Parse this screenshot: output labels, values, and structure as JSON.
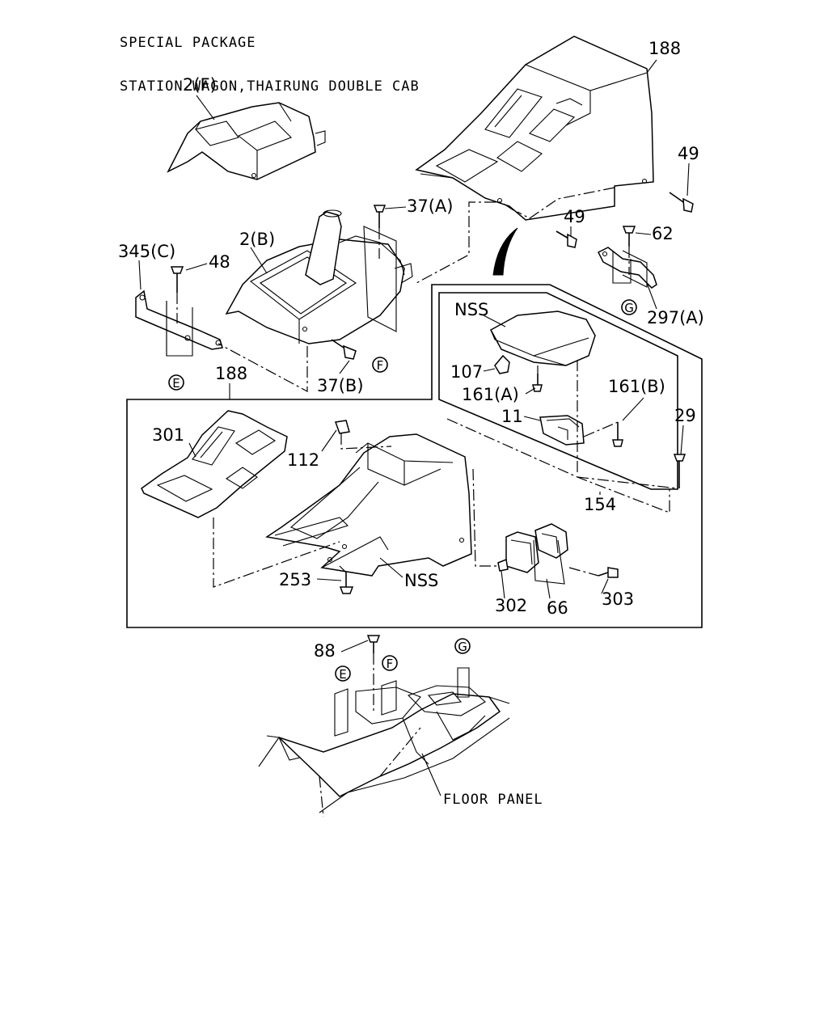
{
  "header": {
    "line1": "SPECIAL PACKAGE",
    "line2": "STATION WAGON,THAIRUNG DOUBLE CAB"
  },
  "labels": {
    "l188_top": "188",
    "l2F": "2(F)",
    "l49_a": "49",
    "l37A": "37(A)",
    "l49_b": "49",
    "l62": "62",
    "l345C": "345(C)",
    "l48": "48",
    "l2B": "2(B)",
    "l297A": "297(A)",
    "lNSS_top": "NSS",
    "l107": "107",
    "l161A": "161(A)",
    "l161B": "161(B)",
    "l37B": "37(B)",
    "l188_mid": "188",
    "l29": "29",
    "l11": "11",
    "l301": "301",
    "l112": "112",
    "l154": "154",
    "l253": "253",
    "lNSS_bot": "NSS",
    "l302": "302",
    "l66": "66",
    "l303": "303",
    "l88": "88",
    "floor_panel": "FLOOR PANEL"
  },
  "callouts": {
    "E1": "E",
    "F1": "F",
    "G1": "G",
    "E2": "E",
    "F2": "F",
    "G2": "G"
  }
}
